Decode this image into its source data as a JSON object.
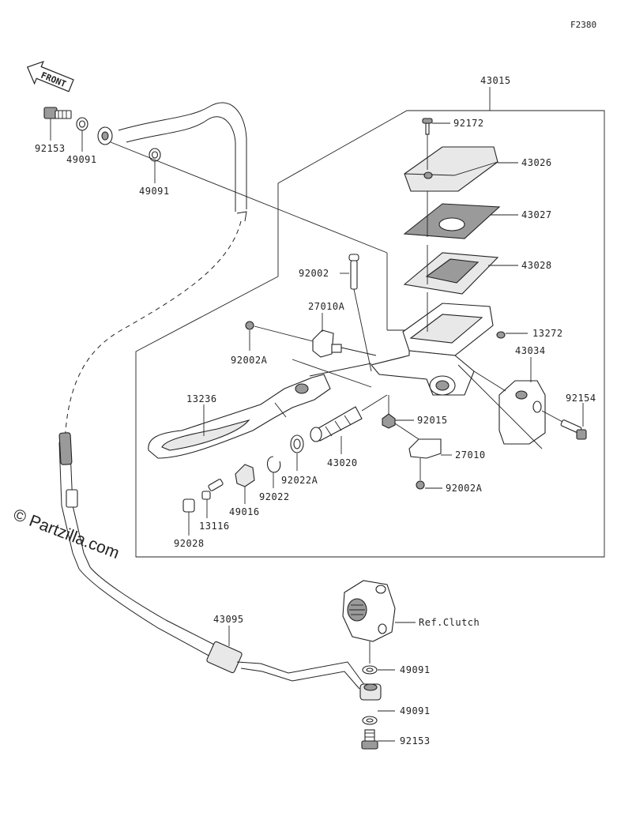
{
  "figure_code": "F2380",
  "front_label": "FRONT",
  "watermark": "© Partzilla.com",
  "parts": {
    "p43015": "43015",
    "p92172": "92172",
    "p43026": "43026",
    "p43027": "43027",
    "p43028": "43028",
    "p92002": "92002",
    "p27010A": "27010A",
    "p13272": "13272",
    "p43034": "43034",
    "p92002A_top": "92002A",
    "p13236": "13236",
    "p92015": "92015",
    "p92154": "92154",
    "p27010": "27010",
    "p43020": "43020",
    "p92022A": "92022A",
    "p92022": "92022",
    "p49016": "49016",
    "p13116": "13116",
    "p92028": "92028",
    "p92002A_bottom": "92002A",
    "p92153_top": "92153",
    "p49091_top1": "49091",
    "p49091_top2": "49091",
    "p43095": "43095",
    "ref_clutch": "Ref.Clutch",
    "p49091_bottom1": "49091",
    "p49091_bottom2": "49091",
    "p92153_bottom": "92153"
  }
}
